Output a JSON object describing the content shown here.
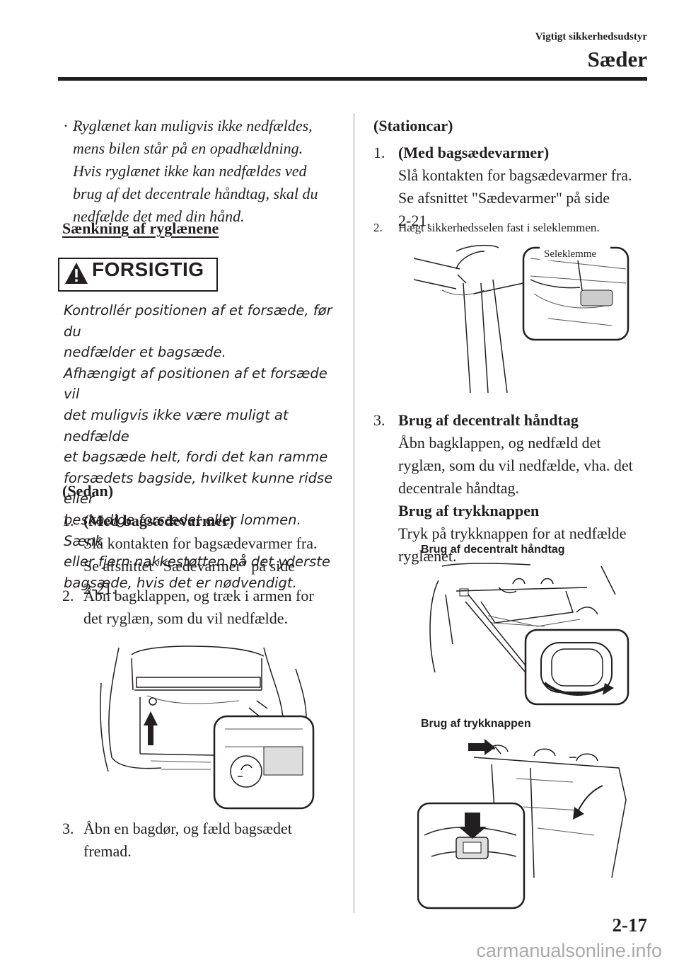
{
  "header": {
    "section": "Vigtigt sikkerhedsudstyr",
    "title": "Sæder"
  },
  "left": {
    "bullet": "·",
    "bullet_lines": [
      "Ryglænet kan muligvis ikke nedfældes,",
      "mens bilen står på en opadhældning.",
      "Hvis ryglænet ikke kan nedfældes ved",
      "brug af det decentrale håndtag, skal du",
      "nedfælde det med din hånd."
    ],
    "subheading": "Sænkning af ryglænene",
    "caution_label": "FORSIGTIG",
    "caution_lines": [
      "Kontrollér positionen af et forsæde, før du",
      "nedfælder et bagsæde.",
      "Afhængigt af positionen af et forsæde vil",
      "det muligvis ikke være muligt at nedfælde",
      "et bagsæde helt, fordi det kan ramme",
      "forsædets bagside, hvilket kunne ridse eller",
      "beskadige forsædet eller lommen. Sænk",
      "eller fjern nakkestøtten på det yderste",
      "bagsæde, hvis det er nødvendigt."
    ],
    "sedan_heading": "(Sedan)",
    "step1_num": "1.",
    "step1_title": "(Med bagsædevarmer)",
    "step1_lines": [
      "Slå kontakten for bagsædevarmer fra.",
      "Se afsnittet \"Sædevarmer\" på side",
      "2-21."
    ],
    "step2_num": "2.",
    "step2_lines": [
      "Åbn bagklappen, og træk i armen for",
      "det ryglæn, som du vil nedfælde."
    ],
    "step3_num": "3.",
    "step3_lines": [
      "Åbn en bagdør, og fæld bagsædet",
      "fremad."
    ]
  },
  "right": {
    "heading": "(Stationcar)",
    "step1_num": "1.",
    "step1_title": "(Med bagsædevarmer)",
    "step1_lines": [
      "Slå kontakten for bagsædevarmer fra.",
      "Se afsnittet \"Sædevarmer\" på side",
      "2-21."
    ],
    "step2_num": "2.",
    "step2_text": "Hægt sikkerhedsselen fast i seleklemmen.",
    "fig_label": "Seleklemme",
    "step3_num": "3.",
    "step3_title": "Brug af decentralt håndtag",
    "step3_lines": [
      "Åbn bagklappen, og nedfæld det",
      "ryglæn, som du vil nedfælde, vha. det",
      "decentrale håndtag."
    ],
    "step3b_title": "Brug af trykknappen",
    "step3b_lines": [
      "Tryk på trykknappen for at nedfælde",
      "ryglænet."
    ],
    "caption_a": "Brug af decentralt håndtag",
    "caption_b": "Brug af trykknappen"
  },
  "page_number": "2-17",
  "footer": "carmanualsonline.info"
}
